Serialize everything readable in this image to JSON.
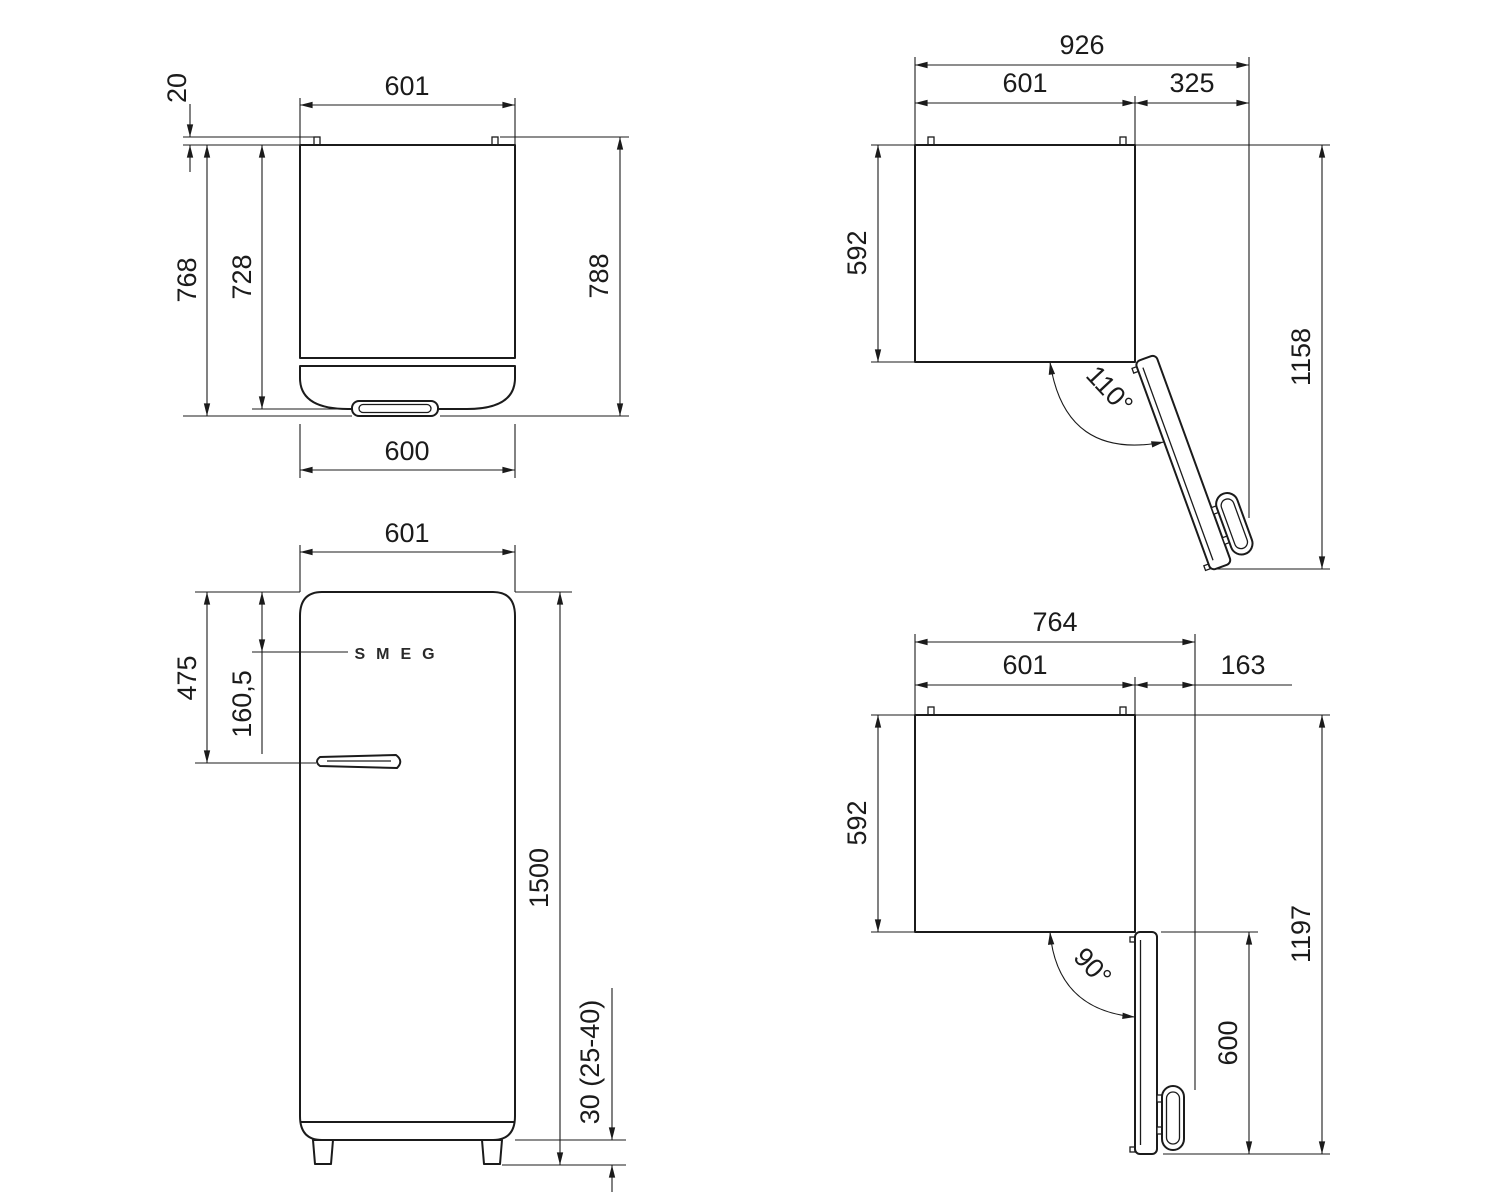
{
  "brand_logo": "SMEG",
  "views": {
    "plan_closed": {
      "dims": {
        "width_top": "601",
        "spacer": "20",
        "depth_body": "728",
        "depth_door": "768",
        "depth_total": "788",
        "width_door": "600"
      }
    },
    "plan_open_110": {
      "dims": {
        "overall_width": "926",
        "body_width": "601",
        "door_clearance": "325",
        "body_depth": "592",
        "overall_depth": "1158",
        "angle": "110°"
      }
    },
    "front": {
      "dims": {
        "width": "601",
        "logo_offset": "160,5",
        "handle_offset": "475",
        "height": "1500",
        "feet": "30 (25-40)"
      }
    },
    "plan_open_90": {
      "dims": {
        "overall_width": "764",
        "body_width": "601",
        "door_clearance": "163",
        "body_depth": "592",
        "overall_depth": "1197",
        "door_depth": "600",
        "angle": "90°"
      }
    }
  }
}
